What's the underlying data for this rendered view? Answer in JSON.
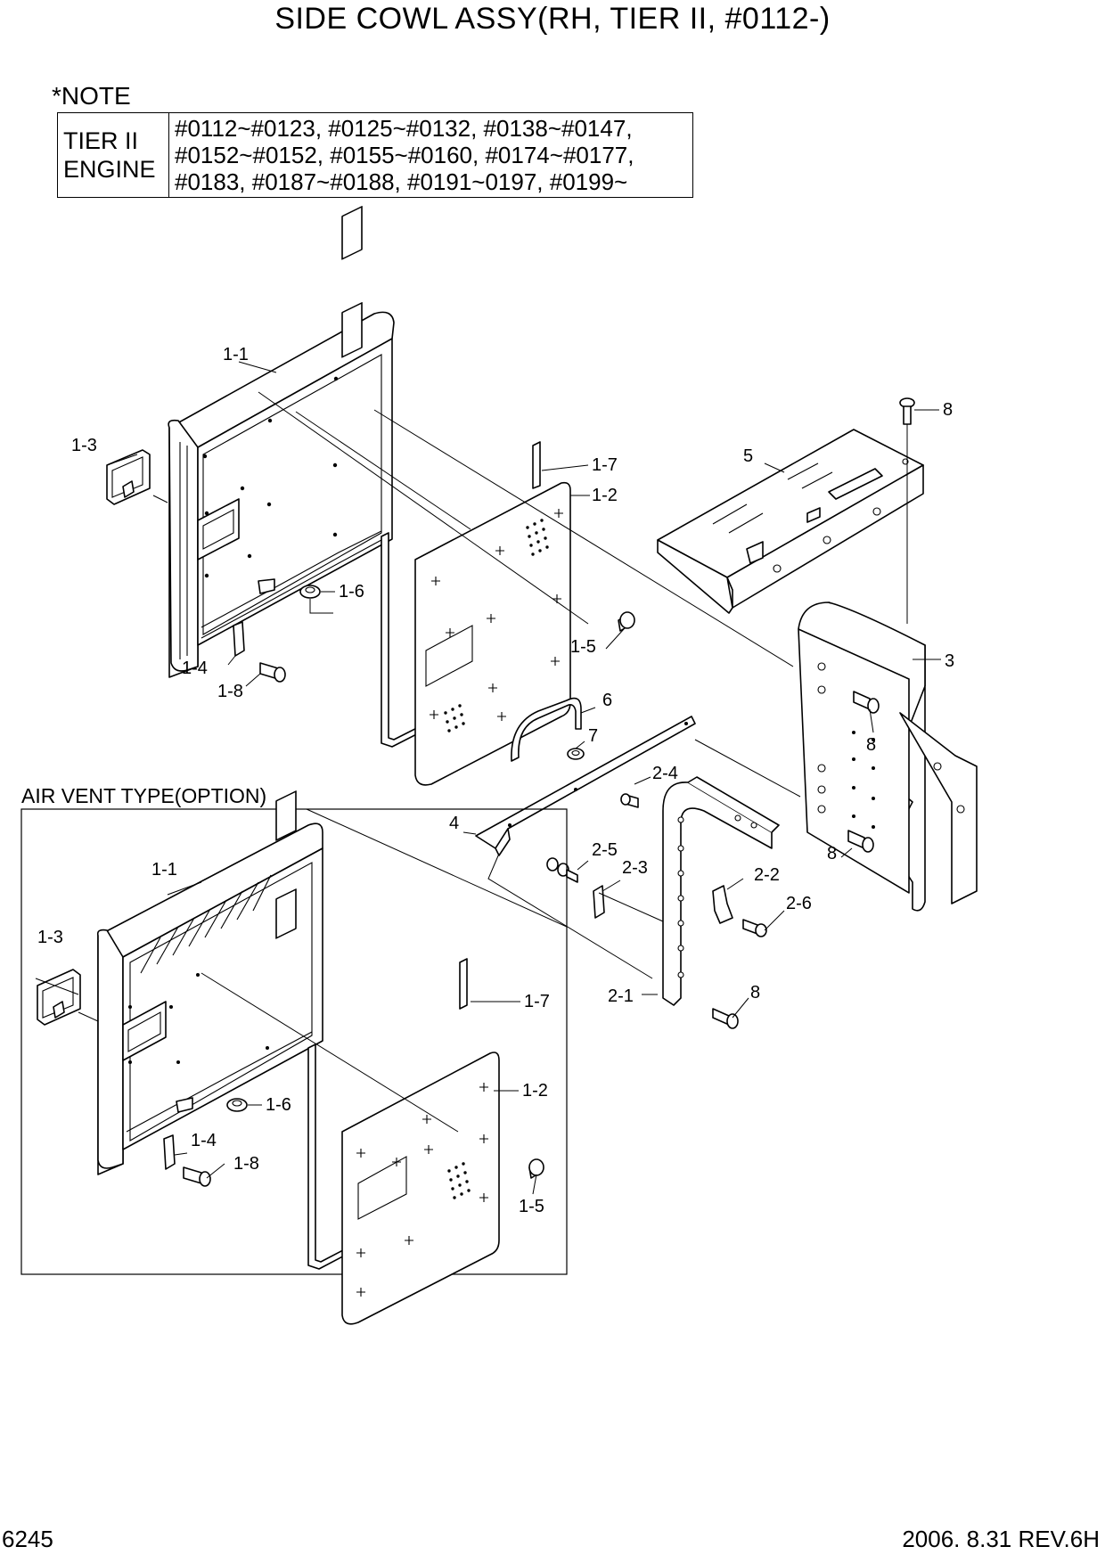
{
  "title": "SIDE COWL ASSY(RH, TIER II, #0112-)",
  "note": {
    "heading": "*NOTE",
    "key_line1": "TIER II",
    "key_line2": "ENGINE",
    "value_lines": [
      "#0112~#0123, #0125~#0132, #0138~#0147,",
      "#0152~#0152, #0155~#0160, #0174~#0177,",
      "#0183, #0187~#0188, #0191~0197, #0199~"
    ]
  },
  "option_label": "AIR VENT TYPE(OPTION)",
  "callouts": {
    "p1_1a": "1-1",
    "p1_3a": "1-3",
    "p1_7a": "1-7",
    "p1_2a": "1-2",
    "p1_6a": "1-6",
    "p1_5a": "1-5",
    "p1_4a": "1-4",
    "p1_8a": "1-8",
    "p8a": "8",
    "p5": "5",
    "p3": "3",
    "p8b": "8",
    "p8c": "8",
    "p6": "6",
    "p7": "7",
    "p4": "4",
    "p2_4": "2-4",
    "p2_5": "2-5",
    "p2_3": "2-3",
    "p2_2": "2-2",
    "p2_6": "2-6",
    "p2_1": "2-1",
    "p8d": "8",
    "p1_1b": "1-1",
    "p1_3b": "1-3",
    "p1_7b": "1-7",
    "p1_2b": "1-2",
    "p1_6b": "1-6",
    "p1_4b": "1-4",
    "p1_8b": "1-8",
    "p1_5b": "1-5"
  },
  "footer": {
    "page": "6245",
    "revision": "2006. 8.31  REV.6H"
  }
}
